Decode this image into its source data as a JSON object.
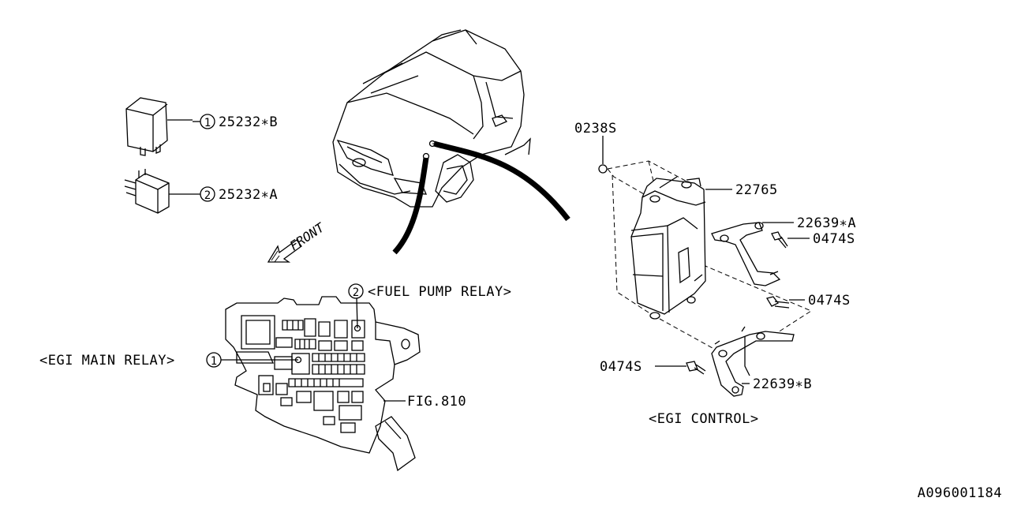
{
  "relay_b": {
    "number": "1",
    "part": "25232∗B"
  },
  "relay_a": {
    "number": "2",
    "part": "25232∗A"
  },
  "front_arrow": {
    "label": "FRONT"
  },
  "fuse_box": {
    "fuel_pump_number": "2",
    "fuel_pump_label": "<FUEL PUMP RELAY>",
    "egi_main_label": "<EGI MAIN RELAY>",
    "egi_main_number": "1",
    "fig_ref": "FIG.810"
  },
  "egi": {
    "nut": "0238S",
    "module": "22765",
    "bracket_a": "22639∗A",
    "bolt_1": "0474S",
    "bolt_2": "0474S",
    "bolt_3": "0474S",
    "bracket_b": "22639∗B",
    "section_label": "<EGI CONTROL>"
  },
  "diagram_id": "A096001184"
}
